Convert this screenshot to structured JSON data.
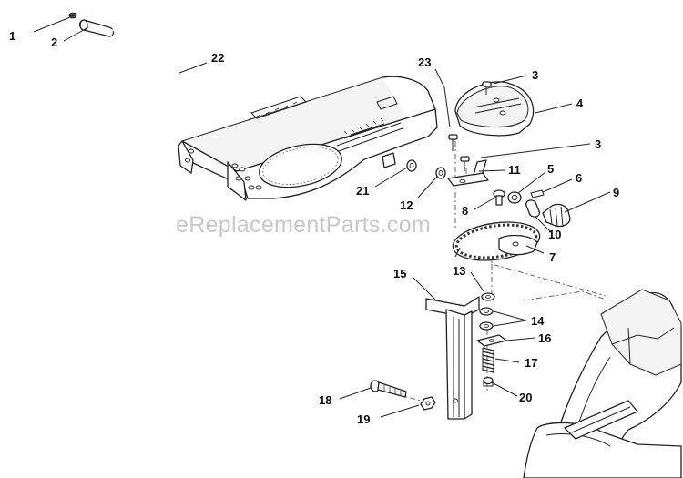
{
  "watermark": "eReplacementParts.com",
  "callouts": [
    "1",
    "2",
    "22",
    "23",
    "3",
    "4",
    "3",
    "11",
    "5",
    "6",
    "9",
    "21",
    "12",
    "8",
    "10",
    "7",
    "15",
    "13",
    "14",
    "16",
    "17",
    "18",
    "19",
    "20"
  ]
}
